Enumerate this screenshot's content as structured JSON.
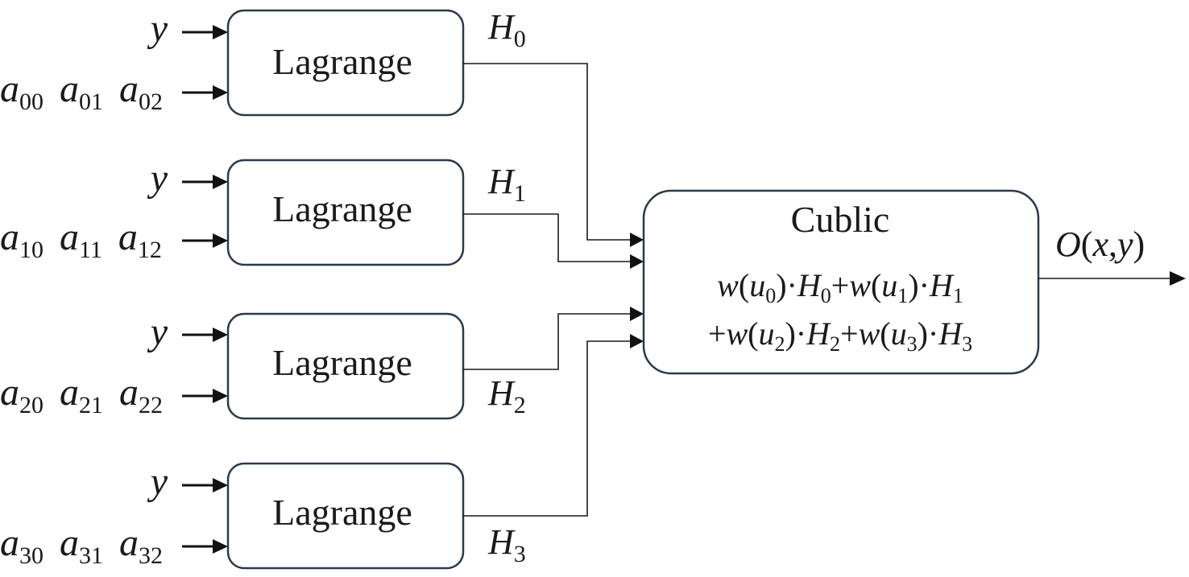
{
  "lagrange_blocks": [
    {
      "label": "Lagrange",
      "input_y": "y",
      "coef_symbol": "a",
      "coef_subs": [
        "00",
        "01",
        "02"
      ],
      "output": {
        "symbol": "H",
        "sub": "0"
      }
    },
    {
      "label": "Lagrange",
      "input_y": "y",
      "coef_symbol": "a",
      "coef_subs": [
        "10",
        "11",
        "12"
      ],
      "output": {
        "symbol": "H",
        "sub": "1"
      }
    },
    {
      "label": "Lagrange",
      "input_y": "y",
      "coef_symbol": "a",
      "coef_subs": [
        "20",
        "21",
        "22"
      ],
      "output": {
        "symbol": "H",
        "sub": "2"
      }
    },
    {
      "label": "Lagrange",
      "input_y": "y",
      "coef_symbol": "a",
      "coef_subs": [
        "30",
        "31",
        "32"
      ],
      "output": {
        "symbol": "H",
        "sub": "3"
      }
    }
  ],
  "cubic_block": {
    "title": "Cublic",
    "formula_line1": "w(u0)·H0+w(u1)·H1",
    "formula_line2": "+w(u2)·H2+w(u3)·H3"
  },
  "output_label": "O(x,y)"
}
